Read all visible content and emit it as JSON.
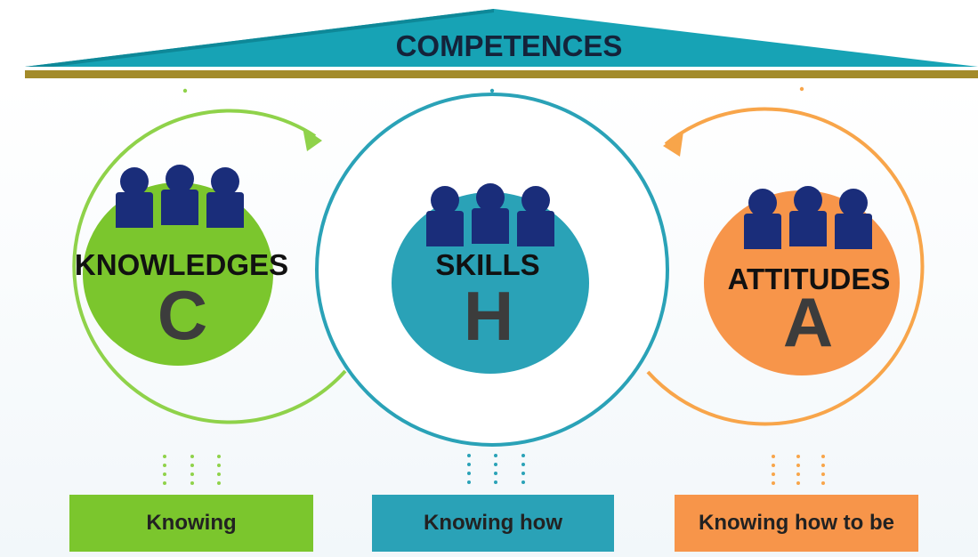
{
  "title": "COMPETENCES",
  "colors": {
    "roof": "#17a3b5",
    "roof_bar": "#a38b2a",
    "green": "#7bc62d",
    "green_light": "#8fd24a",
    "teal": "#2aa2b7",
    "orange": "#f7954a",
    "orange_light": "#f8a54a",
    "people": "#1a2d7a",
    "dark_letter": "#3c3c3c"
  },
  "pillars": [
    {
      "name": "KNOWLEDGES",
      "letter": "C",
      "label": "Knowing",
      "icon": "people-group-icon"
    },
    {
      "name": "SKILLS",
      "letter": "H",
      "label": "Knowing how",
      "icon": "people-group-icon"
    },
    {
      "name": "ATTITUDES",
      "letter": "A",
      "label": "Knowing how to be",
      "icon": "people-group-icon"
    }
  ]
}
